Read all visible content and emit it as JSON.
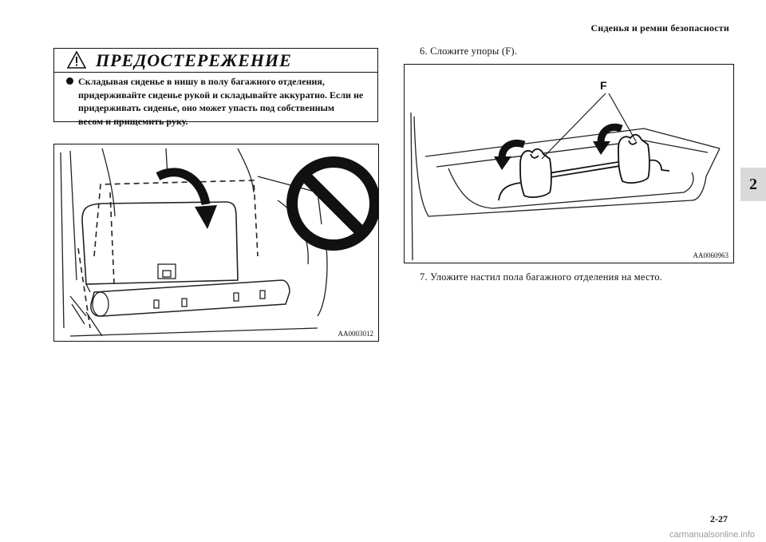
{
  "header": {
    "title": "Сиденья и ремни безопасности"
  },
  "chapter_tab": "2",
  "warning": {
    "title": "ПРЕДОСТЕРЕЖЕНИЕ",
    "lines": [
      "Складывая сиденье в нишу в полу багажного отделения,",
      "придерживайте сиденье рукой и складывайте аккуратно. Если не",
      "придерживать сиденье, оно может упасть под собственным",
      "весом и прищемить руку."
    ]
  },
  "figures": {
    "left_code": "AA0003012",
    "right_code": "AA0060963",
    "right_label": "F"
  },
  "steps": {
    "step6": "6.  Сложите упоры (F).",
    "step7": "7.  Уложите настил пола багажного отделения на место."
  },
  "footer": {
    "page_number": "2-27",
    "watermark": "carmanualsonline.info"
  }
}
